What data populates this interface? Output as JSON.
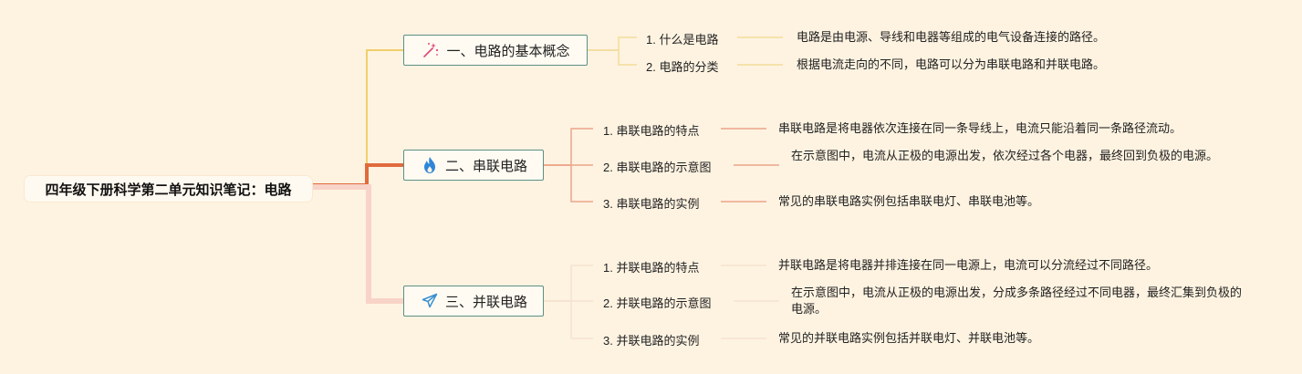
{
  "root": {
    "title": "四年级下册科学第二单元知识笔记：电路"
  },
  "topics": [
    {
      "label": "一、电路的基本概念",
      "icon": "magic-wand-icon",
      "color": "#f0cf6a",
      "items": [
        {
          "label": "1. 什么是电路",
          "text": "电路是由电源、导线和电器等组成的电气设备连接的路径。"
        },
        {
          "label": "2. 电路的分类",
          "text": "根据电流走向的不同，电路可以分为串联电路和并联电路。"
        }
      ]
    },
    {
      "label": "二、串联电路",
      "icon": "flame-icon",
      "color": "#e06b3c",
      "items": [
        {
          "label": "1. 串联电路的特点",
          "text": "串联电路是将电器依次连接在同一条导线上，电流只能沿着同一条路径流动。"
        },
        {
          "label": "2. 串联电路的示意图",
          "text": "在示意图中，电流从正极的电源出发，依次经过各个电器，最终回到负极的电源。"
        },
        {
          "label": "3. 串联电路的实例",
          "text": "常见的串联电路实例包括串联电灯、串联电池等。"
        }
      ]
    },
    {
      "label": "三、并联电路",
      "icon": "paper-plane-icon",
      "color": "#f8d3c8",
      "items": [
        {
          "label": "1. 并联电路的特点",
          "text": "并联电路是将电器并排连接在同一电源上，电流可以分流经过不同路径。"
        },
        {
          "label": "2. 并联电路的示意图",
          "text": "在示意图中，电流从正极的电源出发，分成多条路径经过不同电器，最终汇集到负极的电源。"
        },
        {
          "label": "3. 并联电路的实例",
          "text": "常见的并联电路实例包括并联电灯、并联电池等。"
        }
      ]
    }
  ]
}
